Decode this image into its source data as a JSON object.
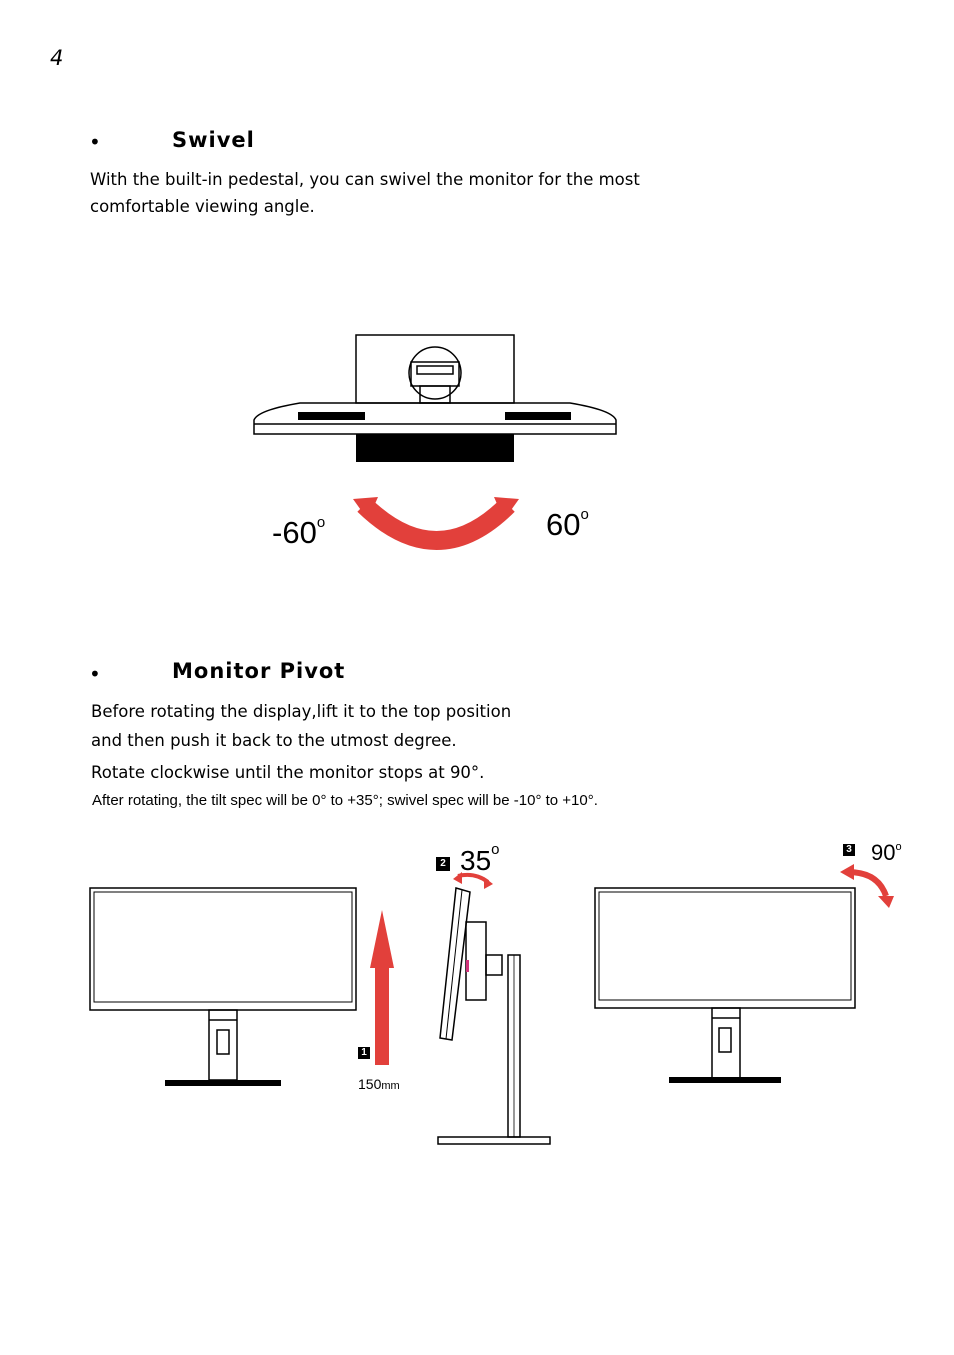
{
  "page": {
    "number": "4"
  },
  "swivel": {
    "bullet": "•",
    "heading": "Swivel",
    "paragraph_line1": "With the built-in pedestal, you can swivel the monitor for the most",
    "paragraph_line2": "comfortable viewing angle.",
    "angle_left": "-60",
    "angle_right": "60",
    "degree_symbol": "o",
    "arrow_color": "#e2403b"
  },
  "pivot": {
    "bullet": "•",
    "heading": "Monitor  Pivot",
    "line1": "Before rotating the display,lift it to the top position",
    "line2": "and then push it back to the utmost degree.",
    "line3": "Rotate clockwise until the monitor stops at 90°.",
    "line4": "After rotating, the tilt spec will be 0° to +35°; swivel spec will be -10° to  +10°.",
    "steps": [
      {
        "badge": "1",
        "value": "150",
        "unit": "mm"
      },
      {
        "badge": "2",
        "value": "35",
        "unit": "o"
      },
      {
        "badge": "3",
        "value": "90",
        "unit": "o"
      }
    ]
  }
}
